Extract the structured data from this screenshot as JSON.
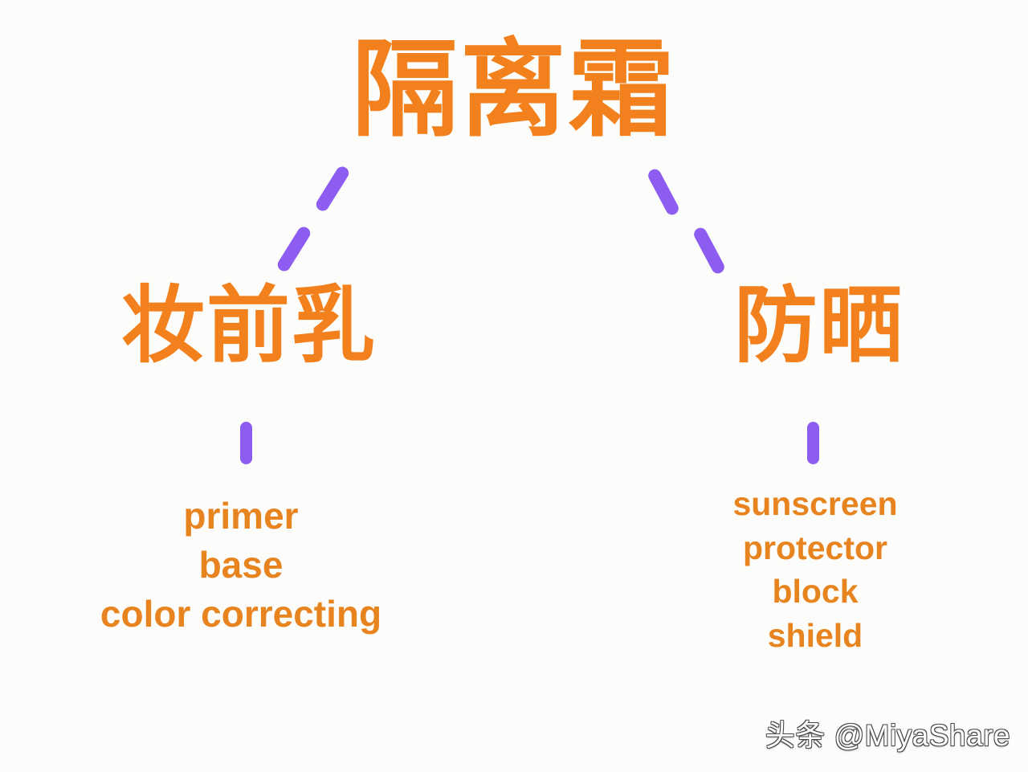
{
  "diagram": {
    "background_color": "#fcfcfa",
    "accent_color": "#f2811d",
    "connector_color": "#8d5cf0",
    "root": {
      "label": "隔离霜"
    },
    "branches": [
      {
        "id": "primer-branch",
        "label": "妆前乳",
        "keywords": [
          "primer",
          "base",
          "color correcting"
        ]
      },
      {
        "id": "sunscreen-branch",
        "label": "防晒",
        "keywords": [
          "sunscreen",
          "protector",
          "block",
          "shield"
        ]
      }
    ]
  },
  "watermark": {
    "text": "头条 @MiyaShare"
  }
}
